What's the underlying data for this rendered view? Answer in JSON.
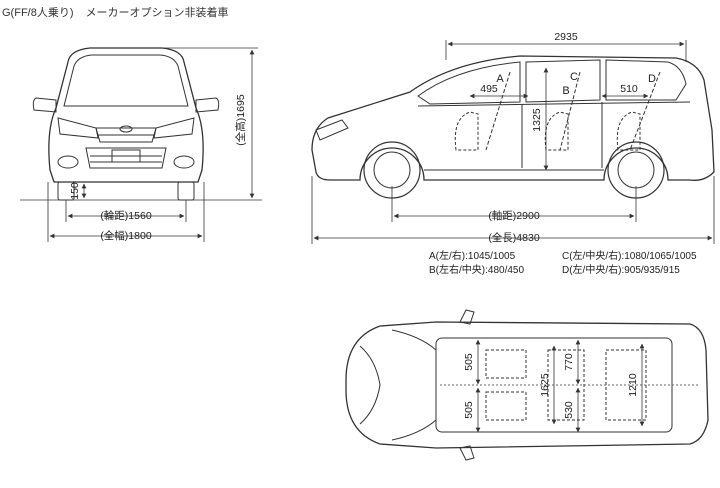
{
  "header": {
    "grade": "G(FF/8人乗り)",
    "note": "メーカーオプション非装着車"
  },
  "front_view": {
    "track": "(輪距)1560",
    "width": "(全幅)1800",
    "height": "(全高)1695",
    "ground_clearance": "150"
  },
  "side_view": {
    "interior_length": "2935",
    "wheelbase": "(軸距)2900",
    "length": "(全長)4830",
    "d1": "495",
    "d2": "510",
    "d3": "1325",
    "label_a": "A",
    "label_b": "B",
    "label_c": "C",
    "label_d": "D"
  },
  "legend": {
    "a": "A(左/右):1045/1005",
    "b": "B(左右/中央):480/450",
    "c": "C(左/中央/右):1080/1065/1005",
    "d": "D(左/中央/右):905/935/915"
  },
  "top_view": {
    "front_top": "505",
    "front_bottom": "505",
    "mid_top": "770",
    "mid_bottom": "530",
    "center": "1625",
    "rear": "1210"
  }
}
